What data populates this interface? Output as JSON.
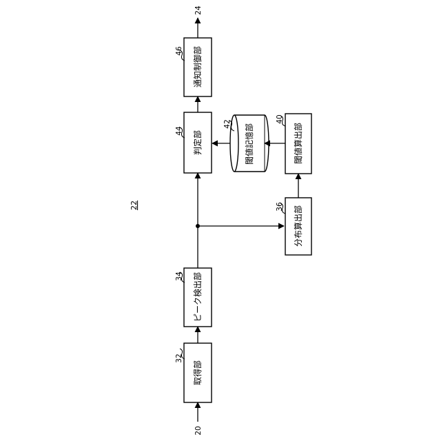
{
  "figure_ref": "22",
  "ports": {
    "input": "20",
    "output": "24"
  },
  "blocks": {
    "acquisition": {
      "label": "取得部",
      "ref": "32"
    },
    "peak_detection": {
      "label": "ピーク検出部",
      "ref": "34"
    },
    "distribution_calc": {
      "label": "分布算出部",
      "ref": "36"
    },
    "threshold_calc": {
      "label": "閾値算出部",
      "ref": "40"
    },
    "threshold_storage": {
      "label": "閾値記憶部",
      "ref": "42"
    },
    "determination": {
      "label": "判定部",
      "ref": "44"
    },
    "notification_control": {
      "label": "通知制御部",
      "ref": "46"
    }
  }
}
